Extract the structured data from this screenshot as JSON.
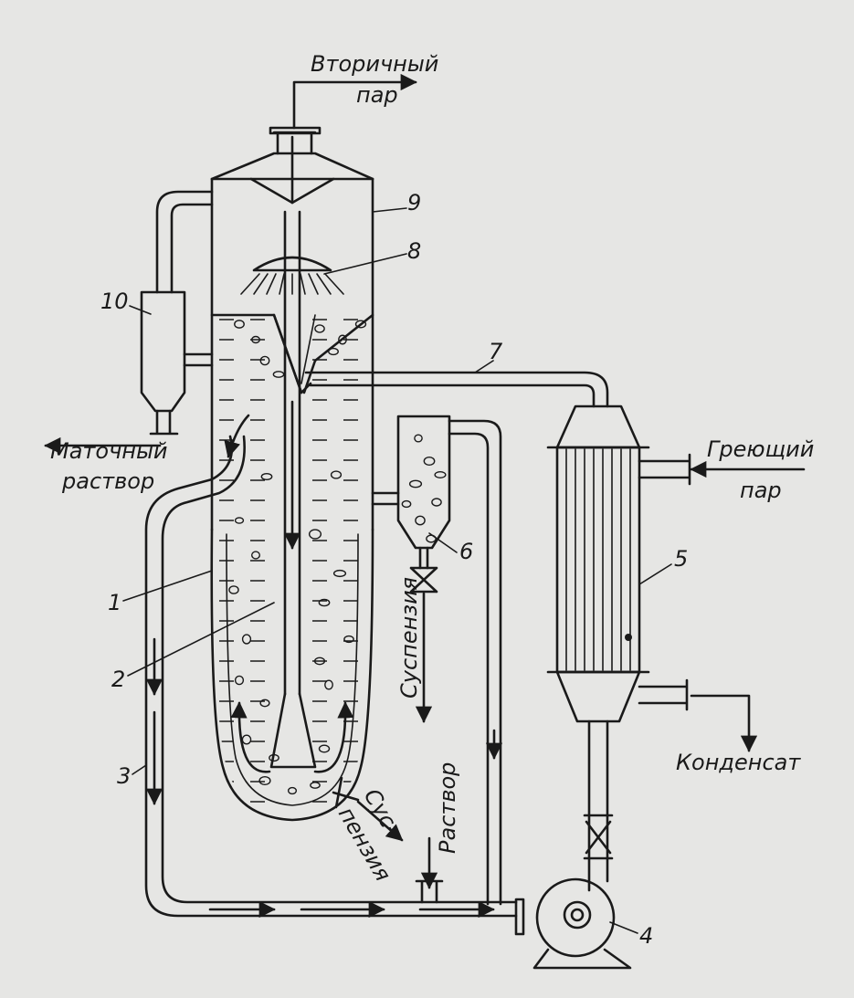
{
  "labels": {
    "vapor_line1": "Вторичный",
    "vapor_line2": "пар",
    "mother_line1": "Маточный",
    "mother_line2": "раствор",
    "heating_line1": "Греющий",
    "heating_line2": "пар",
    "condensate": "Конденсат",
    "suspension_vertical": "Суспензия",
    "suspension_line1": "Сус-",
    "suspension_line2": "пензия",
    "solution": "Раствор"
  },
  "numbers": {
    "n1": "1",
    "n2": "2",
    "n3": "3",
    "n4": "4",
    "n5": "5",
    "n6": "6",
    "n7": "7",
    "n8": "8",
    "n9": "9",
    "n10": "10"
  },
  "colors": {
    "ink": "#1a1a1a",
    "background": "#e6e6e4"
  }
}
